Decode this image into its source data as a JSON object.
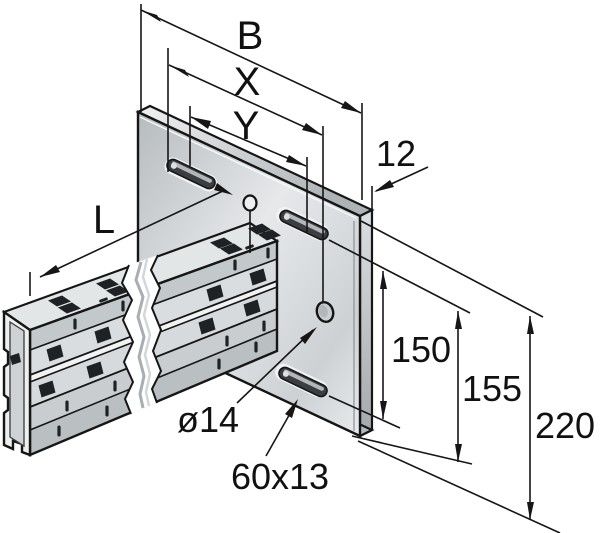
{
  "drawing": {
    "description": "Isometric technical drawing of a perforated strut channel beam bolted to a mounting plate with slots and holes",
    "labels": {
      "b": "B",
      "x": "X",
      "y": "Y",
      "l": "L",
      "plate_thickness": "12",
      "slot_spacing": "150",
      "mid_spacing": "155",
      "plate_height": "220",
      "hole_diameter": "ø14",
      "slot_size": "60x13"
    },
    "colors": {
      "line": "#161616",
      "metal_light": "#edeff0",
      "metal_mid": "#d2d6d8",
      "metal_dark": "#b9bec2",
      "background": "#ffffff"
    }
  }
}
